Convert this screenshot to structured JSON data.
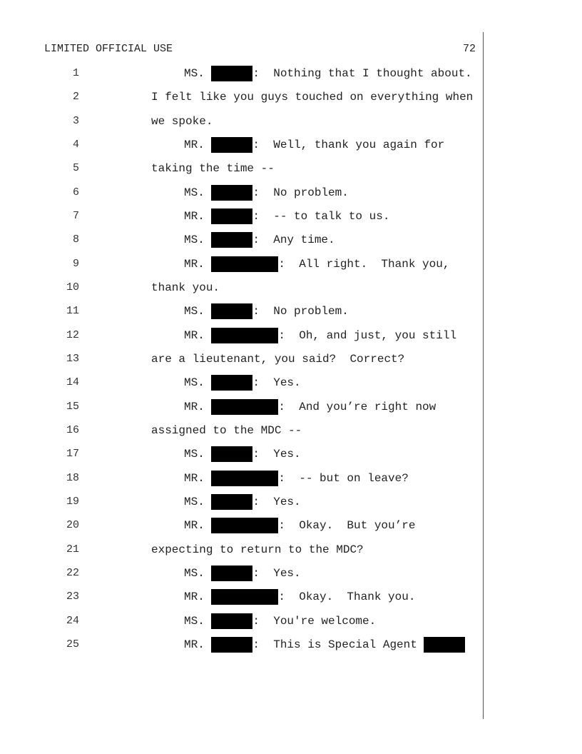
{
  "header": {
    "left": "LIMITED OFFICIAL USE",
    "page_number": "72"
  },
  "lines": [
    {
      "n": "1",
      "speaker": "MS. ",
      "text": ":  Nothing that I thought about."
    },
    {
      "n": "2",
      "text": "I felt like you guys touched on everything when"
    },
    {
      "n": "3",
      "text": "we spoke."
    },
    {
      "n": "4",
      "speaker": "MR. ",
      "text": ":  Well, thank you again for"
    },
    {
      "n": "5",
      "text": "taking the time --"
    },
    {
      "n": "6",
      "speaker": "MS. ",
      "text": ":  No problem."
    },
    {
      "n": "7",
      "speaker": "MR. ",
      "text": ":  -- to talk to us."
    },
    {
      "n": "8",
      "speaker": "MS. ",
      "text": ":  Any time."
    },
    {
      "n": "9",
      "speaker": "MR. ",
      "text": ":  All right.  Thank you,"
    },
    {
      "n": "10",
      "text": "thank you."
    },
    {
      "n": "11",
      "speaker": "MS. ",
      "text": ":  No problem."
    },
    {
      "n": "12",
      "speaker": "MR. ",
      "text": ":  Oh, and just, you still"
    },
    {
      "n": "13",
      "text": "are a lieutenant, you said?  Correct?"
    },
    {
      "n": "14",
      "speaker": "MS. ",
      "text": ":  Yes."
    },
    {
      "n": "15",
      "speaker": "MR. ",
      "text": ":  And you’re right now"
    },
    {
      "n": "16",
      "text": "assigned to the MDC --"
    },
    {
      "n": "17",
      "speaker": "MS. ",
      "text": ":  Yes."
    },
    {
      "n": "18",
      "speaker": "MR. ",
      "text": ":  -- but on leave?"
    },
    {
      "n": "19",
      "speaker": "MS. ",
      "text": ":  Yes."
    },
    {
      "n": "20",
      "speaker": "MR. ",
      "text": ":  Okay.  But you’re"
    },
    {
      "n": "21",
      "text": "expecting to return to the MDC?"
    },
    {
      "n": "22",
      "speaker": "MS. ",
      "text": ":  Yes."
    },
    {
      "n": "23",
      "speaker": "MR. ",
      "text": ":  Okay.  Thank you."
    },
    {
      "n": "24",
      "speaker": "MS. ",
      "text": ":  You're welcome."
    },
    {
      "n": "25",
      "speaker": "MR. ",
      "text": ":  This is Special Agent "
    }
  ]
}
